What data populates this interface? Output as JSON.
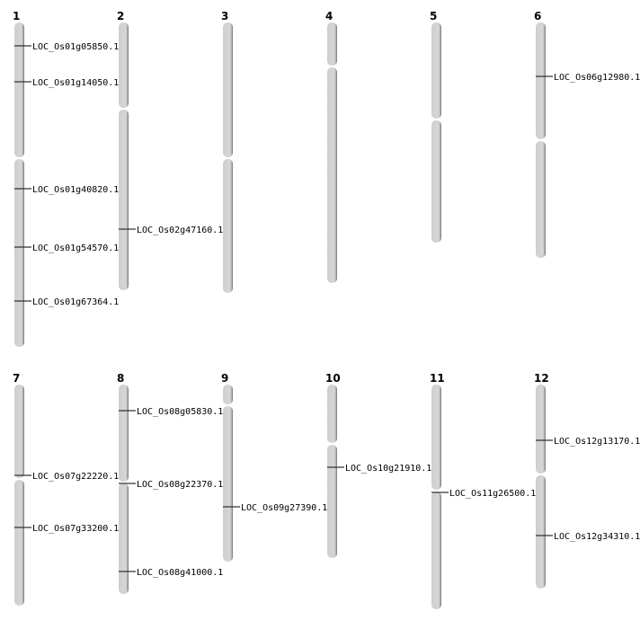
{
  "title": "Chromosome gene locations",
  "colors": {
    "chromosome_fill": "#d3d3d3",
    "chromosome_shadow": "#777777",
    "marker": "#333333"
  },
  "chromosomes": [
    {
      "name": "1",
      "genes": [
        "LOC_Os01g05850.1",
        "LOC_Os01g14050.1",
        "LOC_Os01g40820.1",
        "LOC_Os01g54570.1",
        "LOC_Os01g67364.1"
      ]
    },
    {
      "name": "2",
      "genes": [
        "LOC_Os02g47160.1"
      ]
    },
    {
      "name": "3",
      "genes": []
    },
    {
      "name": "4",
      "genes": []
    },
    {
      "name": "5",
      "genes": []
    },
    {
      "name": "6",
      "genes": [
        "LOC_Os06g12980.1"
      ]
    },
    {
      "name": "7",
      "genes": [
        "LOC_Os07g22220.1",
        "LOC_Os07g33200.1"
      ]
    },
    {
      "name": "8",
      "genes": [
        "LOC_Os08g05830.1",
        "LOC_Os08g22370.1",
        "LOC_Os08g41000.1"
      ]
    },
    {
      "name": "9",
      "genes": [
        "LOC_Os09g27390.1"
      ]
    },
    {
      "name": "10",
      "genes": [
        "LOC_Os10g21910.1"
      ]
    },
    {
      "name": "11",
      "genes": [
        "LOC_Os11g26500.1"
      ]
    },
    {
      "name": "12",
      "genes": [
        "LOC_Os12g13170.1",
        "LOC_Os12g34310.1"
      ]
    }
  ]
}
